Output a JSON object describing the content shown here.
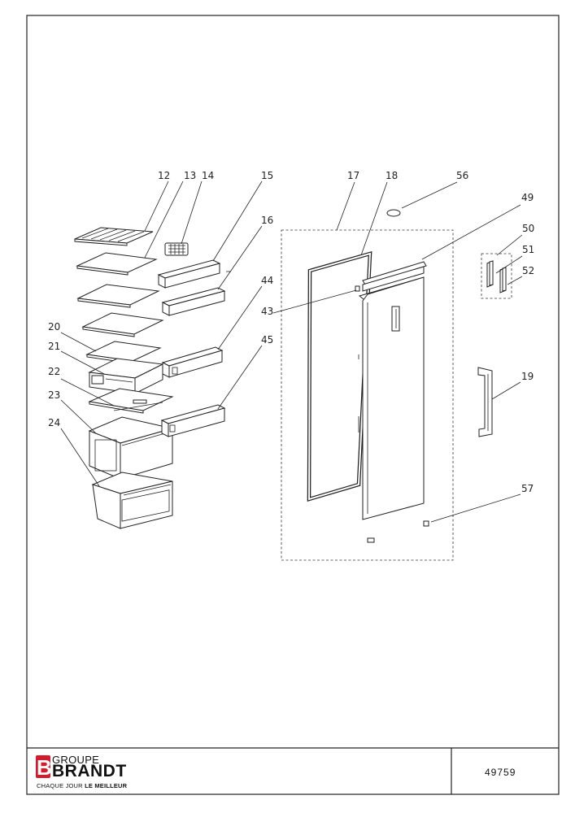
{
  "diagram": {
    "callouts": {
      "c12": "12",
      "c13": "13",
      "c14": "14",
      "c15": "15",
      "c16": "16",
      "c17": "17",
      "c18": "18",
      "c56": "56",
      "c49": "49",
      "c50": "50",
      "c51": "51",
      "c52": "52",
      "c44": "44",
      "c43": "43",
      "c45": "45",
      "c20": "20",
      "c21": "21",
      "c22": "22",
      "c23": "23",
      "c24": "24",
      "c19": "19",
      "c57": "57"
    }
  },
  "footer": {
    "logo_letter": "B",
    "brand_group": "GROUPE",
    "brand_name": "BRANDT",
    "slogan_regular": "CHAQUE JOUR ",
    "slogan_bold": "LE MEILLEUR",
    "document_number": "49759"
  },
  "colors": {
    "logo_red": "#d7192c",
    "line": "#222222"
  }
}
